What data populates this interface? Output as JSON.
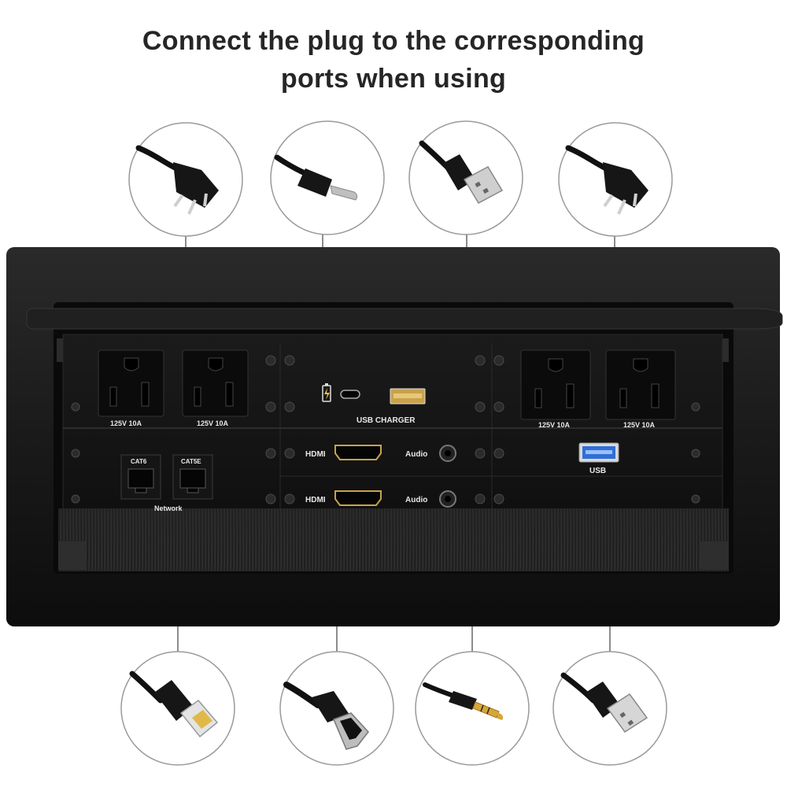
{
  "title": {
    "line1": "Connect the plug to the corresponding",
    "line2": "ports when using"
  },
  "panel": {
    "outlet_rating": "125V  10A",
    "usb_charger_label": "USB CHARGER",
    "hdmi_label": "HDMI",
    "audio_label": "Audio",
    "usb_label": "USB",
    "network_label": "Network",
    "cat6_label": "CAT6",
    "cat5_label": "CAT5E"
  },
  "callouts": {
    "top": [
      "power-plug-icon",
      "usb-c-plug-icon",
      "usb-a-plug-icon",
      "power-plug-icon"
    ],
    "bottom": [
      "ethernet-plug-icon",
      "hdmi-plug-icon",
      "audio-jack-plug-icon",
      "usb-a-plug-icon"
    ]
  },
  "colors": {
    "panel": "#141414",
    "leader_line": "#8c8c8c",
    "usb3_port": "#2f6fd6",
    "title_text": "#262626"
  }
}
